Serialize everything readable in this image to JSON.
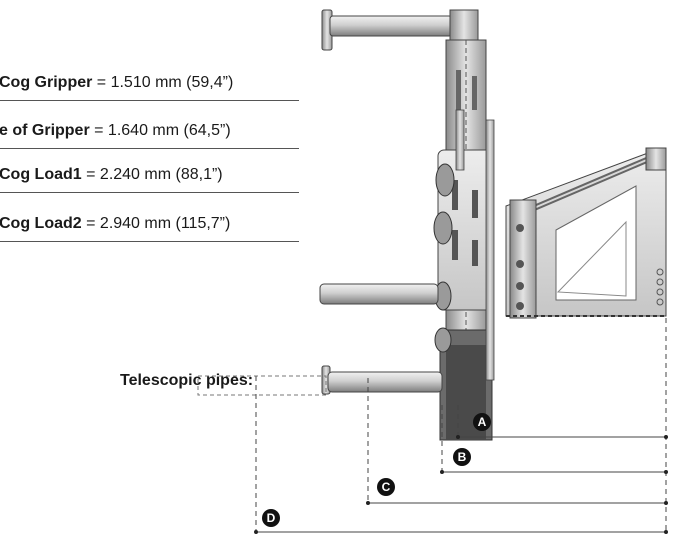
{
  "specs": [
    {
      "label": "Cog Gripper",
      "value": "= 1.510 mm (59,4”)"
    },
    {
      "label": "e of Gripper",
      "value": "= 1.640 mm (64,5”)"
    },
    {
      "label": "Cog Load1",
      "value": "= 2.240 mm (88,1”)"
    },
    {
      "label": "Cog Load2",
      "value": "= 2.940 mm (115,7”)"
    }
  ],
  "telescopic_label": "Telescopic pipes:",
  "markers": [
    "A",
    "B",
    "C",
    "D"
  ]
}
